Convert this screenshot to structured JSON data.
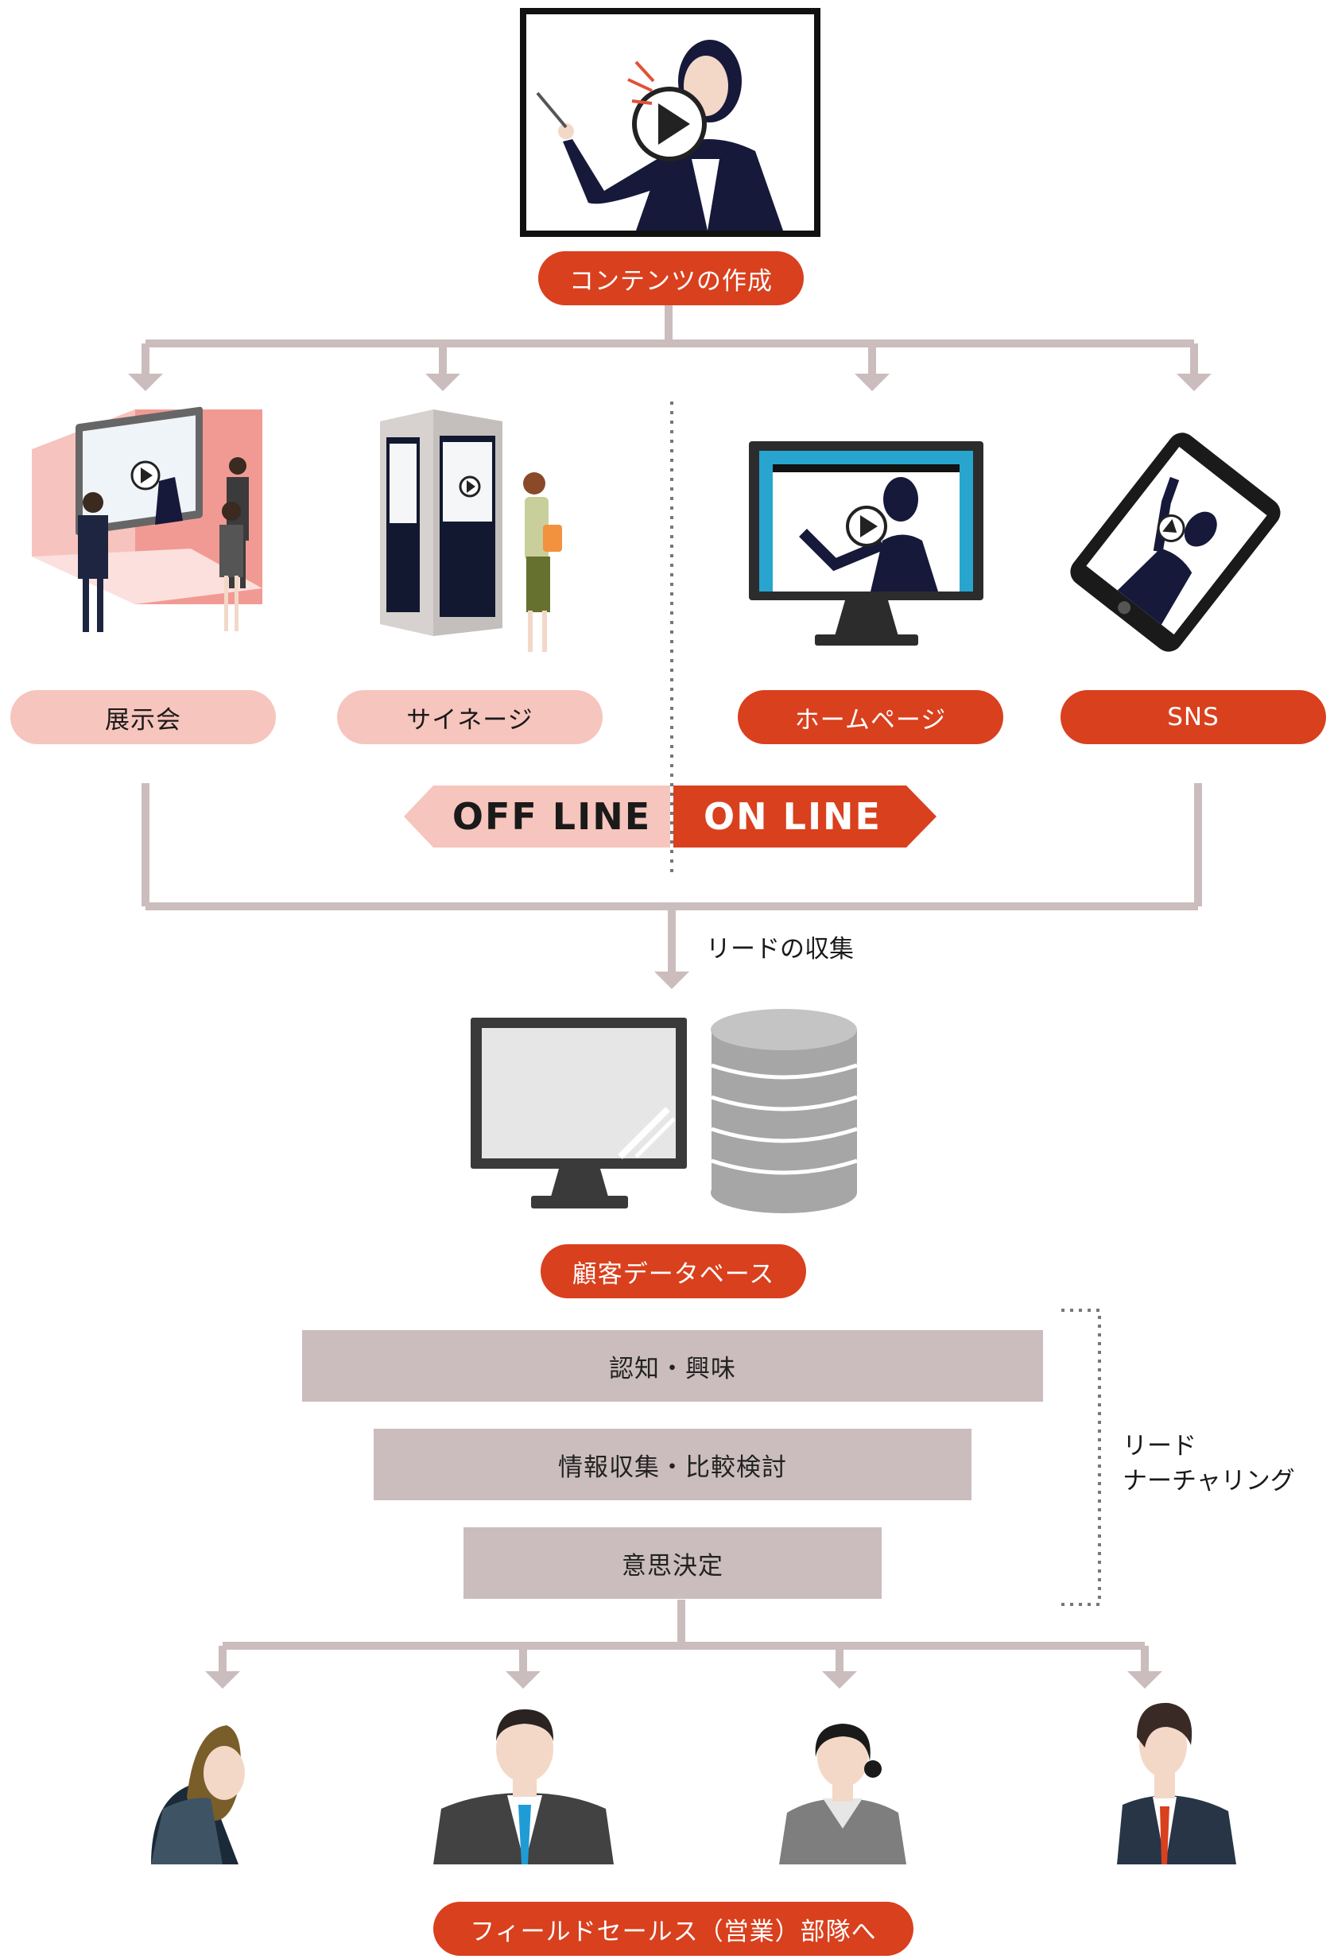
{
  "top": {
    "label": "コンテンツの作成"
  },
  "channels": [
    {
      "label": "展示会",
      "type": "offline"
    },
    {
      "label": "サイネージ",
      "type": "offline"
    },
    {
      "label": "ホームページ",
      "type": "online"
    },
    {
      "label": "SNS",
      "type": "online"
    }
  ],
  "banner": {
    "offline": "OFF LINE",
    "online": "ON LINE"
  },
  "collect": {
    "label": "リードの収集"
  },
  "database": {
    "label": "顧客データベース"
  },
  "funnel": [
    {
      "label": "認知・興味"
    },
    {
      "label": "情報収集・比較検討"
    },
    {
      "label": "意思決定"
    }
  ],
  "nurturing": {
    "line1": "リード",
    "line2": "ナーチャリング"
  },
  "sales": {
    "label": "フィールドセールス（営業）部隊へ"
  },
  "colors": {
    "accent": "#d9401e",
    "pink": "#f6c5bd",
    "connector": "#cbbdbd",
    "navy": "#1e2540"
  },
  "icons": [
    "presenter-video-icon",
    "exhibition-icon",
    "signage-icon",
    "monitor-web-icon",
    "tablet-sns-icon",
    "monitor-icon",
    "database-icon",
    "person-icon"
  ]
}
